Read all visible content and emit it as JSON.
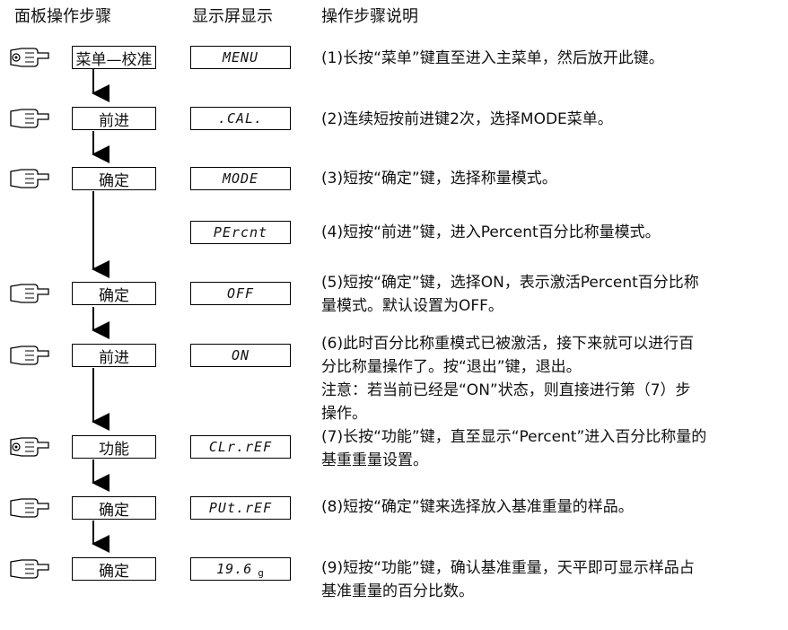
{
  "headers": {
    "panel": "面板操作步骤",
    "display": "显示屏显示",
    "instructions": "操作步骤说明"
  },
  "steps": [
    {
      "button": "菜单—校准",
      "display": "MENU",
      "unit": "",
      "desc": [
        "(1)长按“菜单”键直至进入主菜单，然后放开此键。"
      ]
    },
    {
      "button": "前进",
      "display": ".CAL.",
      "unit": "",
      "desc": [
        "(2)连续短按前进键2次，选择MODE菜单。"
      ]
    },
    {
      "button": "确定",
      "display": "MODE",
      "unit": "",
      "desc": [
        "(3)短按“确定”键，选择称量模式。"
      ]
    },
    {
      "button": "",
      "display": "PErcnt",
      "unit": "",
      "desc": [
        "(4)短按“前进”键，进入Percent百分比称量模式。"
      ]
    },
    {
      "button": "确定",
      "display": "OFF",
      "unit": "",
      "desc": [
        "(5)短按“确定”键，选择ON，表示激活Percent百分比称",
        "量模式。默认设置为OFF。"
      ]
    },
    {
      "button": "前进",
      "display": "ON",
      "unit": "",
      "desc": [
        "(6)此时百分比称重模式已被激活，接下来就可以进行百",
        "分比称量操作了。按“退出”键，退出。",
        "注意：若当前已经是“ON”状态，则直接进行第（7）步",
        "操作。"
      ]
    },
    {
      "button": "功能",
      "display": "CLr.rEF",
      "unit": "",
      "desc": [
        "(7)长按“功能”键，直至显示“Percent”进入百分比称量的",
        "基重重量设置。"
      ]
    },
    {
      "button": "确定",
      "display": "PUt.rEF",
      "unit": "",
      "desc": [
        "(8)短按“确定”键来选择放入基准重量的样品。"
      ]
    },
    {
      "button": "确定",
      "display": "19.6",
      "unit": "g",
      "desc": [
        "(9)短按“功能”键，确认基准重量，天平即可显示样品占",
        "基准重量的百分比数。"
      ]
    }
  ]
}
